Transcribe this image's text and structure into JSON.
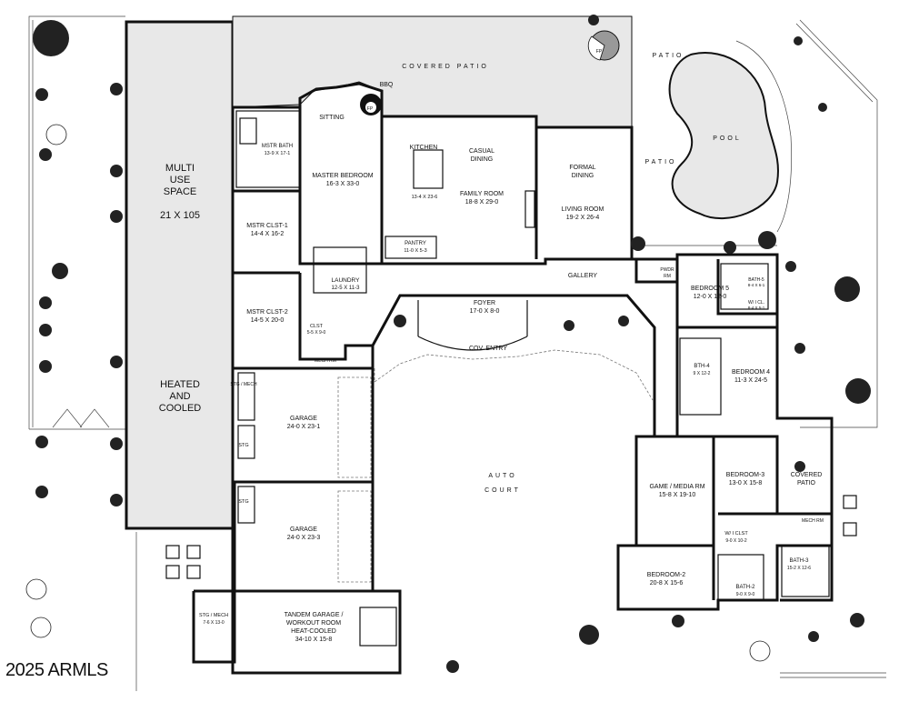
{
  "copyright": "2025 ARMLS",
  "rooms": {
    "multi_use_1": "MULTI",
    "multi_use_2": "USE",
    "multi_use_3": "SPACE",
    "multi_use_size": "21 X 105",
    "heated_1": "HEATED",
    "heated_2": "AND",
    "heated_3": "COOLED",
    "covered_patio": "COVERED PATIO",
    "bbq": "BBQ",
    "fp": "FP",
    "patio_top": "PATIO",
    "patio_mid": "PATIO",
    "pool": "POOL",
    "sitting": "SITTING",
    "mstr_bath": "MSTR BATH",
    "mstr_bath_size": "13-9 X 17-1",
    "master_bedroom": "MASTER BEDROOM",
    "master_bedroom_size": "16-3 X 33-0",
    "mstr_clst1": "MSTR CLST-1",
    "mstr_clst1_size": "14-4 X 16-2",
    "mstr_clst2": "MSTR CLST-2",
    "mstr_clst2_size": "14-5 X 20-0",
    "kitchen": "KITCHEN",
    "kitchen_island": "13-4 X 23-6",
    "casual_dining_1": "CASUAL",
    "casual_dining_2": "DINING",
    "family_room": "FAMILY ROOM",
    "family_room_size": "18-8 X 29-0",
    "formal_dining_1": "FORMAL",
    "formal_dining_2": "DINING",
    "living_room": "LIVING ROOM",
    "living_room_size": "19-2 X 26-4",
    "pantry": "PANTRY",
    "pantry_size": "11-0 X 5-3",
    "laundry": "LAUNDRY",
    "laundry_size": "12-5 X 11-3",
    "clst": "CLST",
    "clst_size": "5-5 X 9-0",
    "mech_rm": "MECH RM",
    "gallery": "GALLERY",
    "foyer": "FOYER",
    "foyer_size": "17-0 X 8-0",
    "cov_entry": "COV. ENTRY",
    "pwdr_1": "PWDR",
    "pwdr_2": "RM",
    "bedroom5": "BEDROOM 5",
    "bedroom5_size": "12-0 X 12-0",
    "bath5": "BATH-5",
    "bath5_size": "8-4 X 6-1",
    "wi_cl_small": "W/ I CL.",
    "wi_cl_small_size": "8-4 X 5-1",
    "bth4": "BTH-4",
    "bth4_size": "9 X 12-2",
    "bedroom4": "BEDROOM 4",
    "bedroom4_size": "11-3 X 24-5",
    "stg_mech": "STG / MECH",
    "stg1": "STG",
    "stg2": "STG",
    "garage1": "GARAGE",
    "garage1_size": "24-0 X 23-1",
    "garage2": "GARAGE",
    "garage2_size": "24-0 X 23-3",
    "auto_court_1": "AUTO",
    "auto_court_2": "COURT",
    "game_media": "GAME / MEDIA RM",
    "game_media_size": "15-8 X 19-10",
    "bedroom3": "BEDROOM-3",
    "bedroom3_size": "13-0 X 15-8",
    "covered_patio2_1": "COVERED",
    "covered_patio2_2": "PATIO",
    "mech_rm2": "MECH RM",
    "wi_clst": "W/ I CLST",
    "wi_clst_size": "9-0 X 10-2",
    "bath3": "BATH-3",
    "bath3_size": "15-2 X 12-6",
    "bath2": "BATH-2",
    "bath2_size": "9-0 X 9-0",
    "bedroom2": "BEDROOM-2",
    "bedroom2_size": "20-8 X 15-6",
    "stg_mech2": "STG / MECH",
    "stg_mech2_size": "7-6 X 13-0",
    "tandem_1": "TANDEM GARAGE /",
    "tandem_2": "WORKOUT ROOM",
    "tandem_3": "HEAT-COOLED",
    "tandem_size": "34-10 X 15-8"
  }
}
